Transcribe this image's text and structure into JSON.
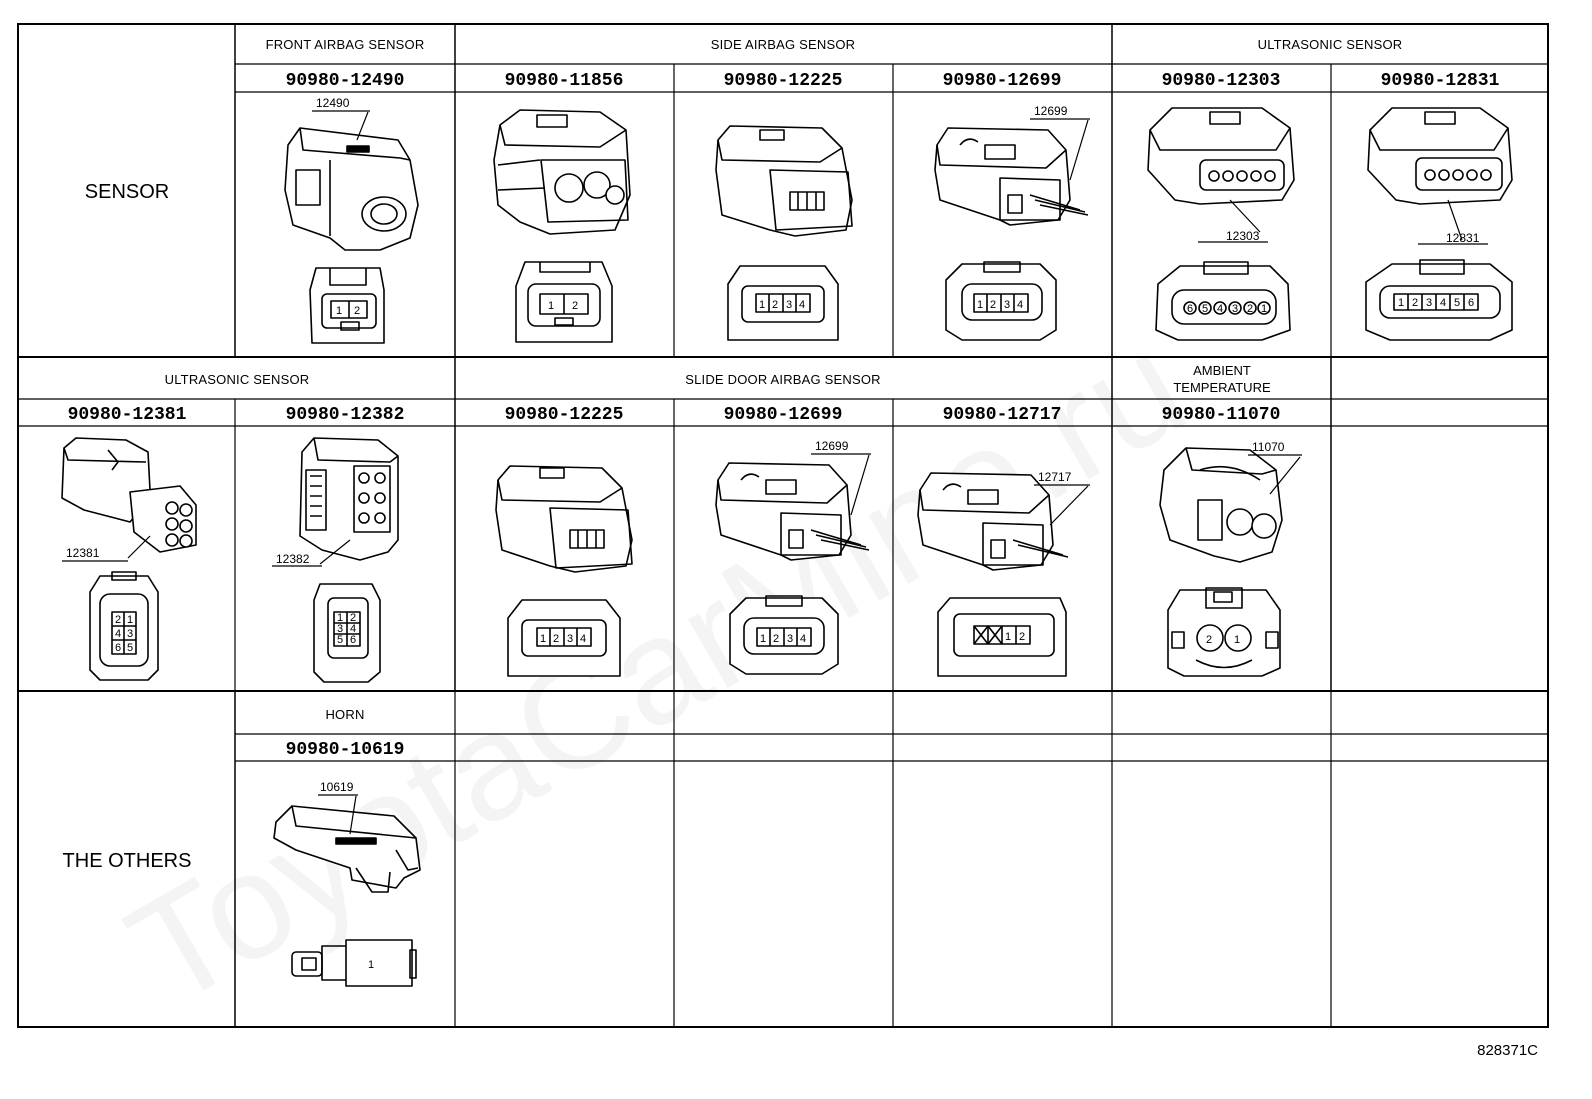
{
  "figure_id": "828371C",
  "watermark": "ToyotaCarMine.ru",
  "sections": {
    "sensor": "SENSOR",
    "others": "THE OTHERS"
  },
  "row1": {
    "groups": {
      "front_airbag": "FRONT AIRBAG SENSOR",
      "side_airbag": "SIDE AIRBAG SENSOR",
      "ultrasonic": "ULTRASONIC SENSOR"
    },
    "parts": [
      "90980-12490",
      "90980-11856",
      "90980-12225",
      "90980-12699",
      "90980-12303",
      "90980-12831"
    ],
    "refs": [
      "12490",
      "",
      "",
      "12699",
      "12303",
      "12831"
    ]
  },
  "row2": {
    "groups": {
      "ultrasonic": "ULTRASONIC SENSOR",
      "slide_door_airbag": "SLIDE DOOR AIRBAG SENSOR",
      "ambient_temp": "AMBIENT TEMPERATURE SENSOR"
    },
    "parts": [
      "90980-12381",
      "90980-12382",
      "90980-12225",
      "90980-12699",
      "90980-12717",
      "90980-11070"
    ],
    "refs": [
      "12381",
      "12382",
      "",
      "12699",
      "12717",
      "11070"
    ]
  },
  "row3": {
    "groups": {
      "horn": "HORN"
    },
    "parts": [
      "90980-10619"
    ],
    "refs": [
      "10619"
    ]
  },
  "pins": {
    "p2": [
      "1",
      "2"
    ],
    "p4": [
      "1",
      "2",
      "3",
      "4"
    ],
    "p6": [
      "1",
      "2",
      "3",
      "4",
      "5",
      "6"
    ],
    "p6_circ": [
      "6",
      "5",
      "4",
      "3",
      "2",
      "1"
    ],
    "p6_grid": [
      "2",
      "1",
      "4",
      "3",
      "6",
      "5"
    ],
    "p12717": [
      "1",
      "2"
    ],
    "p11070": [
      "2",
      "1"
    ],
    "p1": [
      "1"
    ]
  }
}
